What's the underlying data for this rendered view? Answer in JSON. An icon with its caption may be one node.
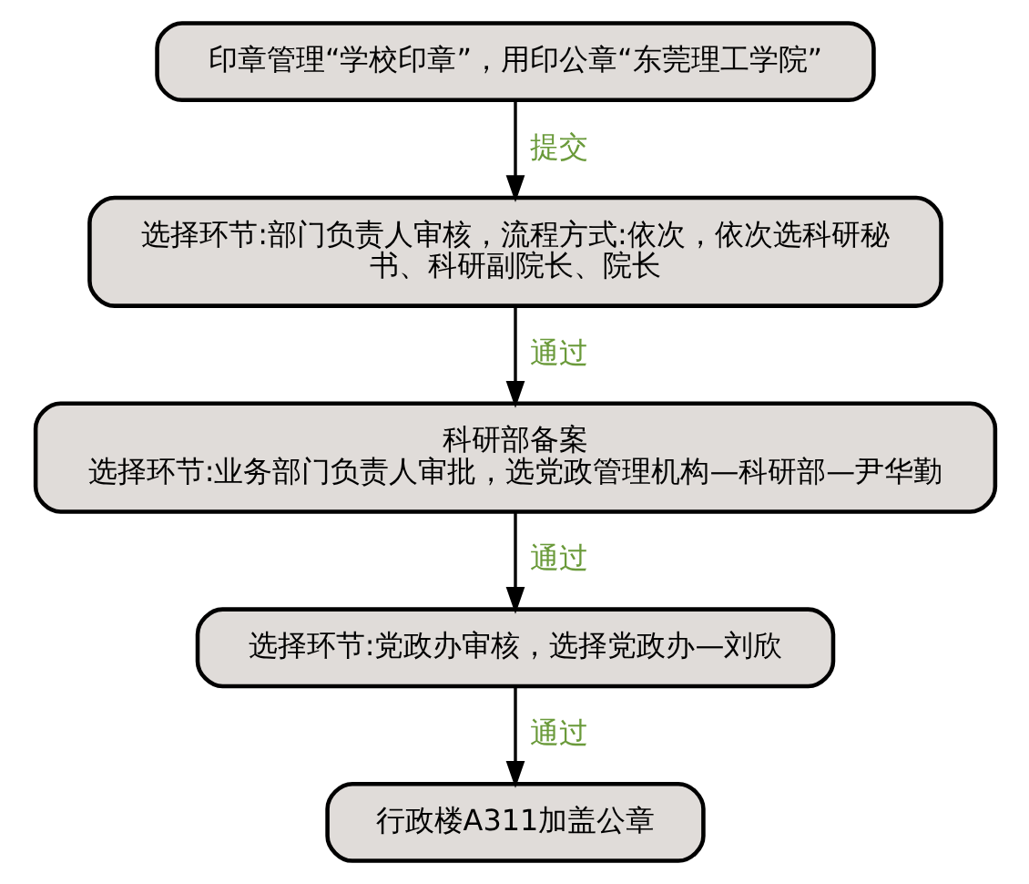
{
  "diagram": {
    "nodes": [
      {
        "text": [
          "印章管理“学校印章”，用印公章“东莞理工学院”"
        ]
      },
      {
        "text": [
          "选择环节:部门负责人审核，流程方式:依次，依次选科研秘书、科研副院长、院长"
        ]
      },
      {
        "text": [
          "科研部备案",
          "选择环节:业务部门负责人审批，选党政管理机构—科研部—尹华勤"
        ]
      },
      {
        "text": [
          "选择环节:党政办审核，选择党政办—刘欣"
        ]
      },
      {
        "text": [
          "行政楼A311加盖公章"
        ]
      }
    ],
    "edges": [
      {
        "from": 0,
        "to": 1,
        "arrow": "to",
        "label": "提交"
      },
      {
        "from": 1,
        "to": 2,
        "arrow": "to",
        "label": "通过"
      },
      {
        "from": 2,
        "to": 3,
        "arrow": "to",
        "label": "通过"
      },
      {
        "from": 3,
        "to": 4,
        "arrow": "to",
        "label": "通过"
      }
    ]
  }
}
